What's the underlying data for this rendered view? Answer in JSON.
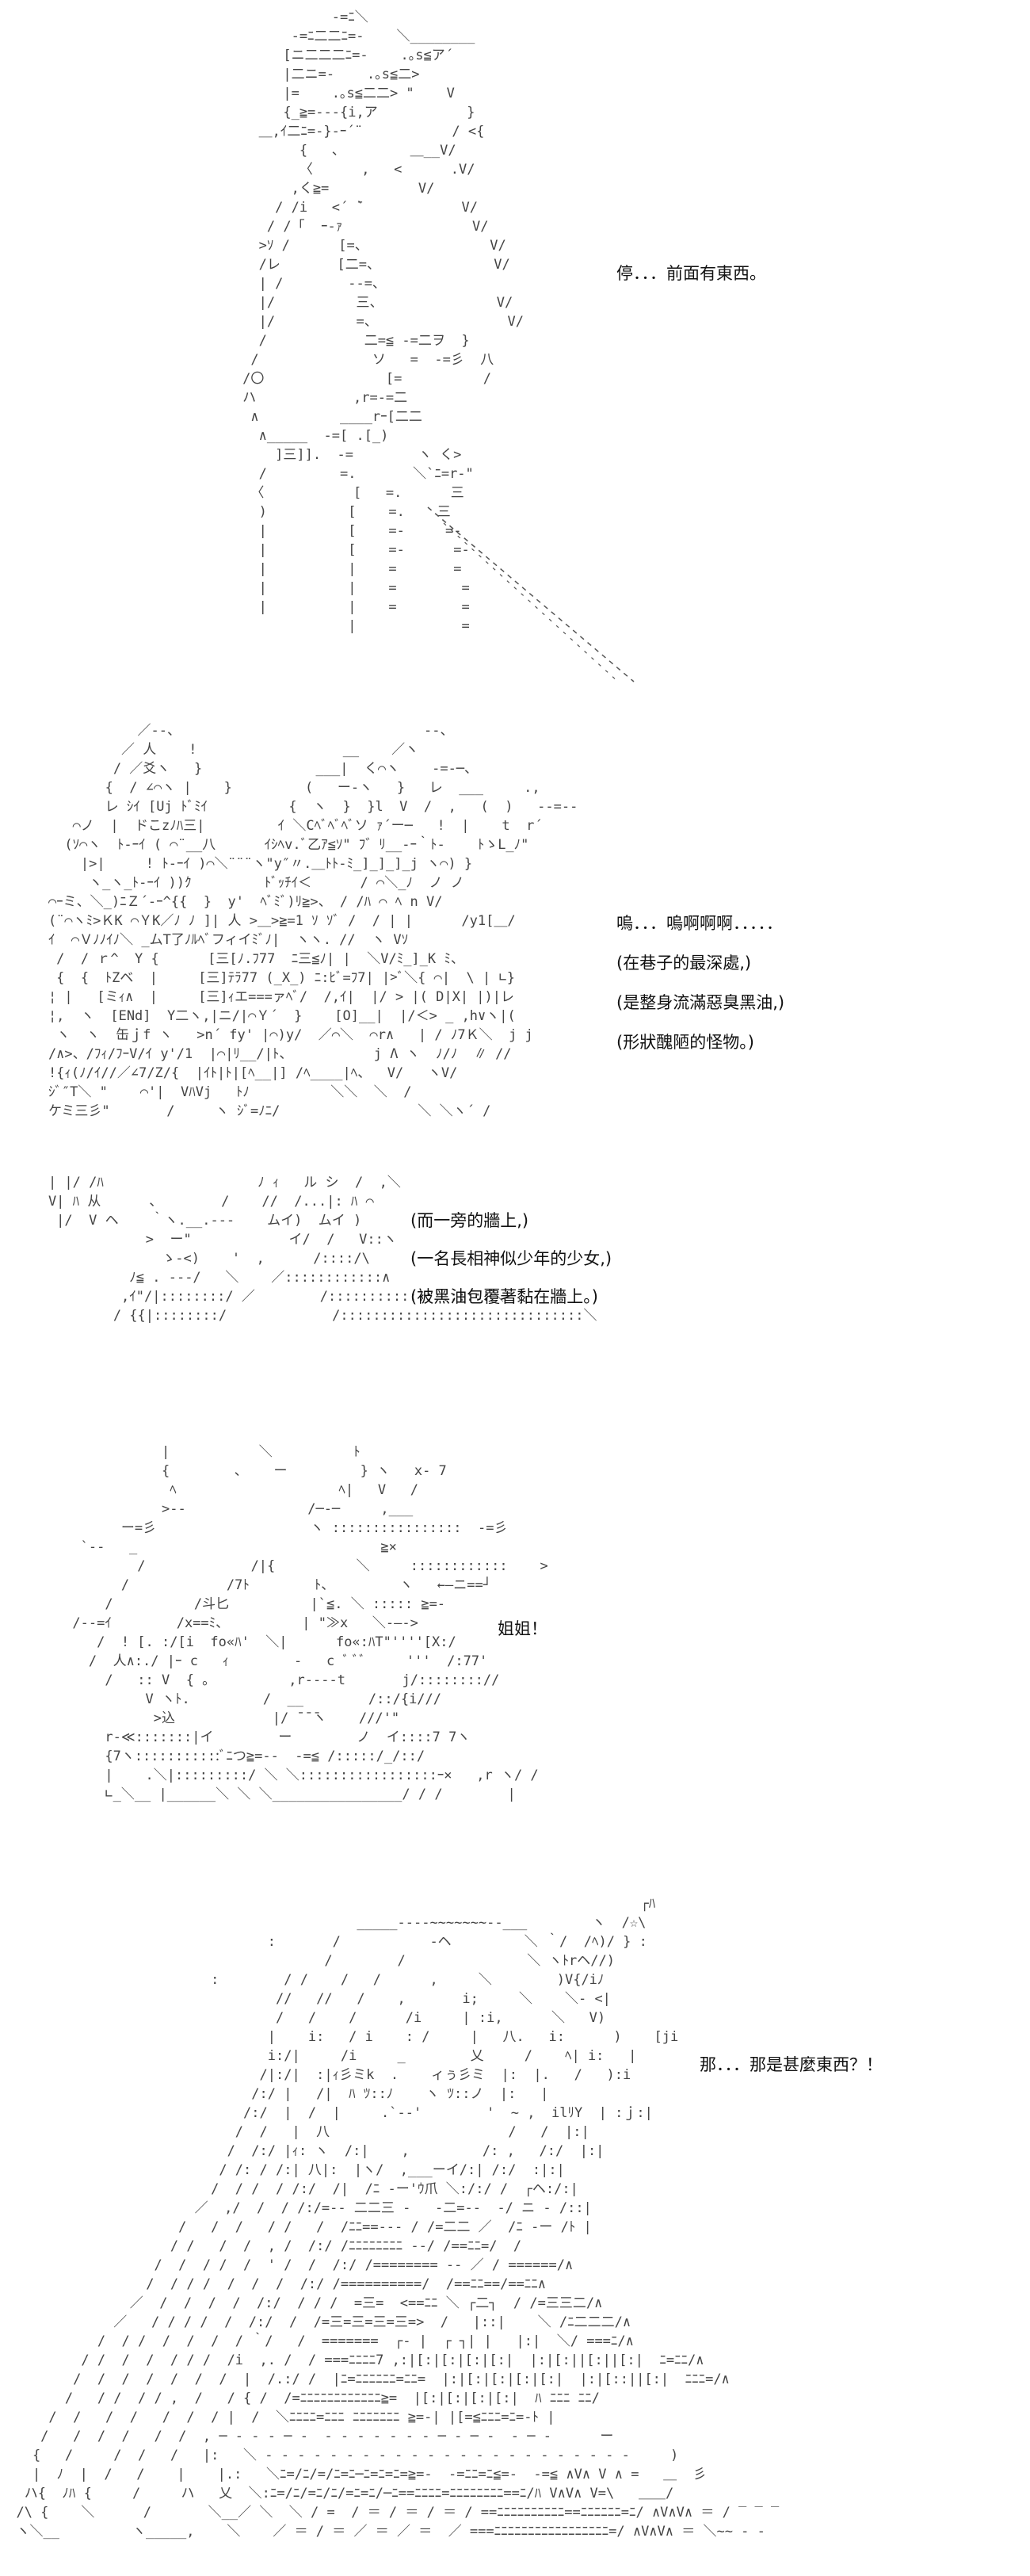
{
  "panels": [
    {
      "id": "p1",
      "dialogue": [
        "停．．．前面有東西。"
      ]
    },
    {
      "id": "p2",
      "dialogue": [
        "嗚．．．嗚啊啊啊．．．．．",
        "(在巷子的最深處,)",
        "(是整身流滿惡臭黑油,)",
        "(形狀醜陋的怪物。)"
      ]
    },
    {
      "id": "p3",
      "dialogue": [
        "(而一旁的牆上,)",
        "(一名長相神似少年的少女,)",
        "(被黑油包覆著黏在牆上。)"
      ]
    },
    {
      "id": "p4",
      "dialogue": [
        "姐姐！"
      ]
    },
    {
      "id": "p5",
      "dialogue": [
        "那．．．那是甚麼東西？！"
      ]
    }
  ]
}
